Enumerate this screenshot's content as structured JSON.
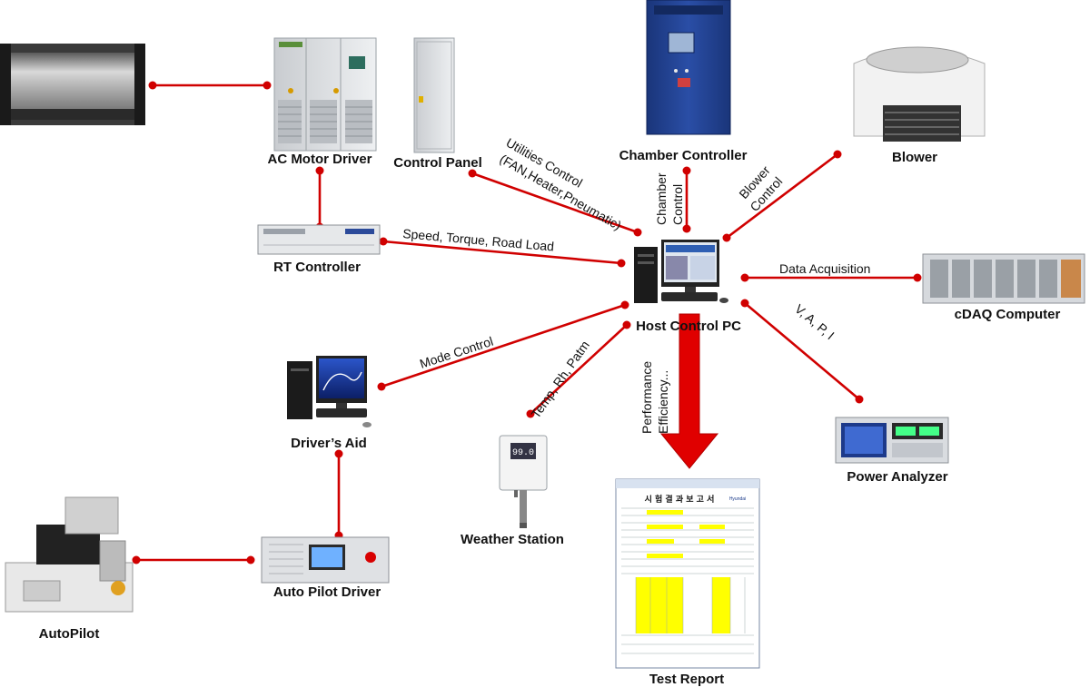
{
  "colors": {
    "connector": "#d00000",
    "arrow": "#e00000",
    "cabinet_blue": "#1f3f8f",
    "report_yellow": "#ffff00",
    "text": "#111111"
  },
  "nodes": {
    "roller": "",
    "ac_motor_driver": "AC Motor Driver",
    "control_panel": "Control Panel",
    "chamber_controller": "Chamber Controller",
    "blower": "Blower",
    "rt_controller": "RT Controller",
    "host_pc": "Host Control PC",
    "cdaq": "cDAQ Computer",
    "drivers_aid": "Driver’s Aid",
    "weather_station": "Weather Station",
    "power_analyzer": "Power Analyzer",
    "test_report": "Test Report",
    "auto_pilot_driver": "Auto Pilot Driver",
    "autopilot": "AutoPilot"
  },
  "edges": {
    "utilities_control_line1": "Utilities Control",
    "utilities_control_line2": "(FAN,Heater,Pneumatic)",
    "chamber_control_line1": "Chamber",
    "chamber_control_line2": "Control",
    "blower_control_line1": "Blower",
    "blower_control_line2": "Control",
    "speed_torque": "Speed, Torque, Road Load",
    "data_acquisition": "Data Acquisition",
    "mode_control": "Mode Control",
    "temp_rh_patm": "Temp, Rh, Patm",
    "vapi": "V, A, P, I",
    "performance_line1": "Performance",
    "performance_line2": "Efficiency..."
  },
  "report": {
    "title": "시 험 결 과 보 고 서",
    "brand": "Hyundai"
  },
  "screens": {
    "weather_display": "99.0"
  }
}
